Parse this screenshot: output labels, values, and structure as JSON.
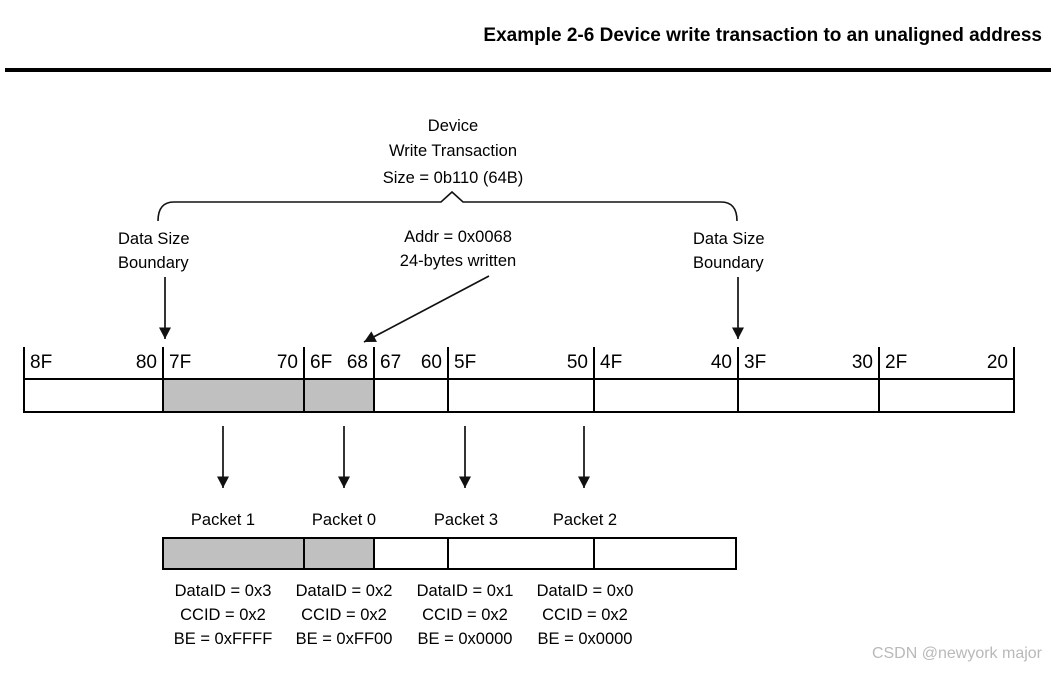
{
  "title": "Example 2-6 Device write transaction to an unaligned address",
  "transaction": {
    "line1": "Device",
    "line2": "Write Transaction",
    "line3": "Size = 0b110 (64B)"
  },
  "annotations": {
    "left_boundary": {
      "line1": "Data Size",
      "line2": "Boundary"
    },
    "address": {
      "line1": "Addr = 0x0068",
      "line2": "24-bytes written"
    },
    "right_boundary": {
      "line1": "Data Size",
      "line2": "Boundary"
    }
  },
  "memory_bar": {
    "cells": [
      {
        "start_label": "8F",
        "end_label": "80",
        "shaded": false
      },
      {
        "start_label": "7F",
        "end_label": "70",
        "shaded": true
      },
      {
        "start_label": "6F",
        "end_label": "68",
        "shaded": true
      },
      {
        "start_label": "67",
        "end_label": "60",
        "shaded": false
      },
      {
        "start_label": "5F",
        "end_label": "50",
        "shaded": false
      },
      {
        "start_label": "4F",
        "end_label": "40",
        "shaded": false
      },
      {
        "start_label": "3F",
        "end_label": "30",
        "shaded": false
      },
      {
        "start_label": "2F",
        "end_label": "20",
        "shaded": false
      }
    ],
    "shade_color": "#c0c0c0"
  },
  "packets": [
    {
      "name": "Packet 1",
      "data_id": "DataID = 0x3",
      "ccid": "CCID = 0x2",
      "be": "BE = 0xFFFF"
    },
    {
      "name": "Packet 0",
      "data_id": "DataID = 0x2",
      "ccid": "CCID = 0x2",
      "be": "BE = 0xFF00"
    },
    {
      "name": "Packet 3",
      "data_id": "DataID = 0x1",
      "ccid": "CCID = 0x2",
      "be": "BE = 0x0000"
    },
    {
      "name": "Packet 2",
      "data_id": "DataID = 0x0",
      "ccid": "CCID = 0x2",
      "be": "BE = 0x0000"
    }
  ],
  "watermark": "CSDN @newyork major",
  "colors": {
    "shaded_cell": "#c0c0c0",
    "line": "#000000",
    "watermark": "#b9b9b9"
  }
}
